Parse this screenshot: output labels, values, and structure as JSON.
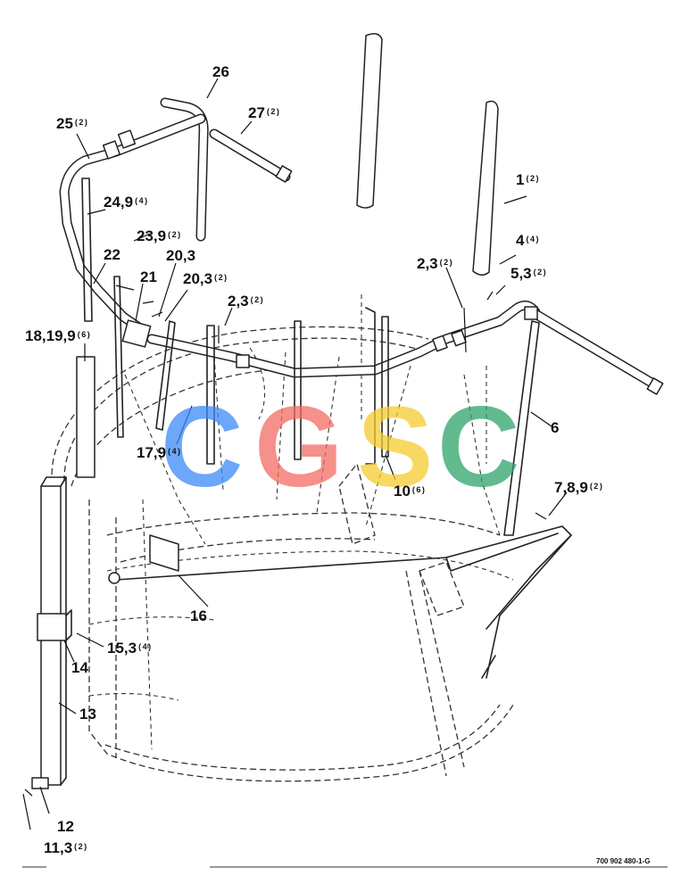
{
  "callouts": [
    {
      "id": "c26",
      "label": "26",
      "qty": ""
    },
    {
      "id": "c27",
      "label": "27",
      "qty": "(2)"
    },
    {
      "id": "c25",
      "label": "25",
      "qty": "(2)"
    },
    {
      "id": "c1",
      "label": "1",
      "qty": "(2)"
    },
    {
      "id": "c24",
      "label": "24,9",
      "qty": "(4)"
    },
    {
      "id": "c23",
      "label": "23,9",
      "qty": "(2)"
    },
    {
      "id": "c4",
      "label": "4",
      "qty": "(4)"
    },
    {
      "id": "c22",
      "label": "22",
      "qty": ""
    },
    {
      "id": "c203a",
      "label": "20,3",
      "qty": ""
    },
    {
      "id": "c23b",
      "label": "2,3",
      "qty": "(2)"
    },
    {
      "id": "c53",
      "label": "5,3",
      "qty": "(2)"
    },
    {
      "id": "c21",
      "label": "21",
      "qty": ""
    },
    {
      "id": "c203b",
      "label": "20,3",
      "qty": "(2)"
    },
    {
      "id": "c23c",
      "label": "2,3",
      "qty": "(2)"
    },
    {
      "id": "c18",
      "label": "18,19,9",
      "qty": "(6)"
    },
    {
      "id": "c6",
      "label": "6",
      "qty": ""
    },
    {
      "id": "c17",
      "label": "17,9",
      "qty": "(4)"
    },
    {
      "id": "c10",
      "label": "10",
      "qty": "(6)"
    },
    {
      "id": "c789",
      "label": "7,8,9",
      "qty": "(2)"
    },
    {
      "id": "c16",
      "label": "16",
      "qty": ""
    },
    {
      "id": "c153",
      "label": "15,3",
      "qty": "(4)"
    },
    {
      "id": "c14",
      "label": "14",
      "qty": ""
    },
    {
      "id": "c13",
      "label": "13",
      "qty": ""
    },
    {
      "id": "c12",
      "label": "12",
      "qty": ""
    },
    {
      "id": "c113",
      "label": "11,3",
      "qty": "(2)"
    }
  ],
  "reference_number": "700 902 480-1-G",
  "watermark": {
    "letters": [
      "C",
      "G",
      "S",
      "C"
    ],
    "colors": [
      "#3d8af7",
      "#f26b63",
      "#f5cc2e",
      "#2ea36a"
    ]
  }
}
